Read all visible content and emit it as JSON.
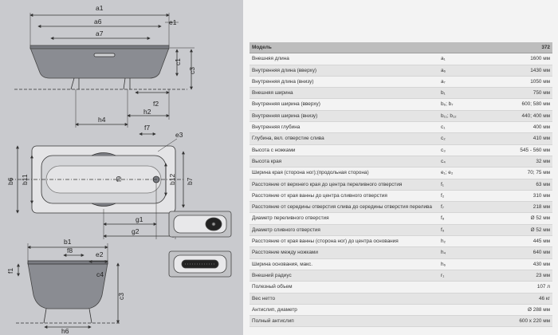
{
  "drawing": {
    "dims": {
      "a1": "a1",
      "e1": "e1",
      "a6": "a6",
      "a7": "a7",
      "c1": "c1",
      "c3": "c3",
      "f2": "f2",
      "h2": "h2",
      "h4": "h4",
      "f7": "f7",
      "e3": "e3",
      "f9": "f9",
      "b11": "b11",
      "b6": "b6",
      "b12": "b12",
      "b7": "b7",
      "g1": "g1",
      "g2": "g2",
      "b1": "b1",
      "f8": "f8",
      "e2": "e2",
      "f1": "f1",
      "c4": "c4",
      "h6": "h6"
    }
  },
  "spec": {
    "header": {
      "name": "Модель",
      "value": "372"
    },
    "rows": [
      {
        "name": "Внешняя длина",
        "sym": "a₁",
        "val": "1600 мм"
      },
      {
        "name": "Внутренняя длина (вверху)",
        "sym": "a₆",
        "val": "1430 мм"
      },
      {
        "name": "Внутренняя длина (внизу)",
        "sym": "a₇",
        "val": "1050 мм"
      },
      {
        "name": "Внешняя ширина",
        "sym": "b₁",
        "val": "750 мм"
      },
      {
        "name": "Внутренняя ширина (вверху)",
        "sym": "b₆; b₇",
        "val": "600; 580 мм"
      },
      {
        "name": "Внутренняя ширина (внизу)",
        "sym": "b₁₁; b₁₂",
        "val": "440; 400 мм"
      },
      {
        "name": "Внутренняя глубина",
        "sym": "c₁",
        "val": "400 мм"
      },
      {
        "name": "Глубина, вкл. отверстие слива",
        "sym": "c₂",
        "val": "410 мм"
      },
      {
        "name": "Высота с ножками",
        "sym": "c₃",
        "val": "545 - 560 мм"
      },
      {
        "name": "Высота края",
        "sym": "c₄",
        "val": "32 мм"
      },
      {
        "name": "Ширина края (сторона ног);(продольная сторона)",
        "sym": "e₁; e₂",
        "val": "70; 75 мм"
      },
      {
        "name": "Расстояние от верхнего края до центра переливного отверстия",
        "sym": "f₁",
        "val": "63 мм"
      },
      {
        "name": "Расстояние от края ванны до центра сливного отверстия",
        "sym": "f₂",
        "val": "310 мм"
      },
      {
        "name": "Расстояние от середины отверстия слива до середины отверстия перелива",
        "sym": "f₇",
        "val": "218 мм"
      },
      {
        "name": "Диаметр переливного отверстия",
        "sym": "f₈",
        "val": "Ø 52 мм"
      },
      {
        "name": "Диаметр сливного отверстия",
        "sym": "f₉",
        "val": "Ø 52 мм"
      },
      {
        "name": "Расстояние от края ванны (сторона ног) до центра основания",
        "sym": "h₂",
        "val": "445 мм"
      },
      {
        "name": "Расстояние между ножками",
        "sym": "h₄",
        "val": "640 мм"
      },
      {
        "name": "Ширина основания, макс.",
        "sym": "h₆",
        "val": "430 мм"
      },
      {
        "name": "Внешний радиус",
        "sym": "r₁",
        "val": "23 мм"
      },
      {
        "name": "Полезный объем",
        "sym": "",
        "val": "107 л"
      },
      {
        "name": "Вес нетто",
        "sym": "",
        "val": "46 кг"
      },
      {
        "name": "Антислип, диаметр",
        "sym": "",
        "val": "Ø 288 мм"
      },
      {
        "name": "Полный антислип",
        "sym": "",
        "val": "600 x 220 мм"
      }
    ]
  }
}
